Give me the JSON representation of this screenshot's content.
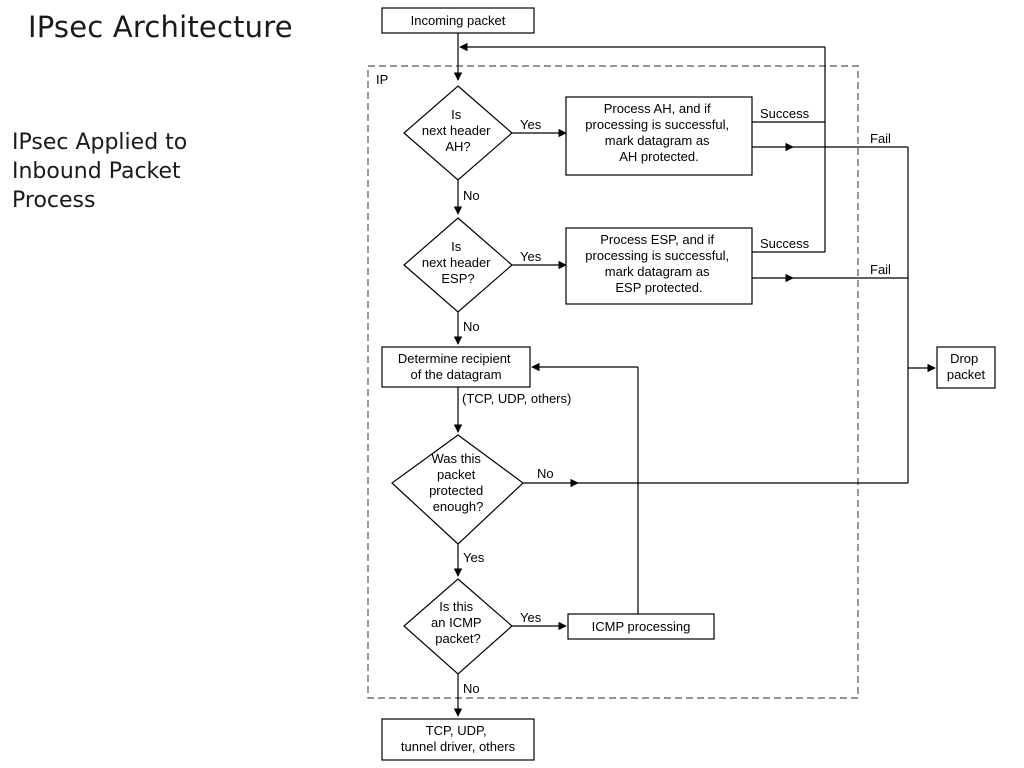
{
  "slide": {
    "title": "IPsec Architecture",
    "subtitle": [
      "IPsec Applied to",
      "Inbound Packet",
      "Process"
    ]
  },
  "diagram": {
    "region_label": "IP",
    "incoming": "Incoming packet",
    "ah_question": [
      "Is",
      "next header",
      "AH?"
    ],
    "process_ah": [
      "Process AH, and if",
      "processing is successful,",
      "mark datagram as",
      "AH protected."
    ],
    "esp_question": [
      "Is",
      "next header",
      "ESP?"
    ],
    "process_esp": [
      "Process ESP, and if",
      "processing is successful,",
      "mark datagram as",
      "ESP protected."
    ],
    "determine": [
      "Determine recipient",
      "of the datagram"
    ],
    "protocols": "(TCP, UDP, others)",
    "protected_question": [
      "Was this",
      "packet",
      "protected",
      "enough?"
    ],
    "icmp_question": [
      "Is this",
      "an ICMP",
      "packet?"
    ],
    "icmp_processing": "ICMP processing",
    "output": [
      "TCP, UDP,",
      "tunnel driver, others"
    ],
    "drop": [
      "Drop",
      "packet"
    ],
    "yes": "Yes",
    "no": "No",
    "success": "Success",
    "fail": "Fail"
  }
}
